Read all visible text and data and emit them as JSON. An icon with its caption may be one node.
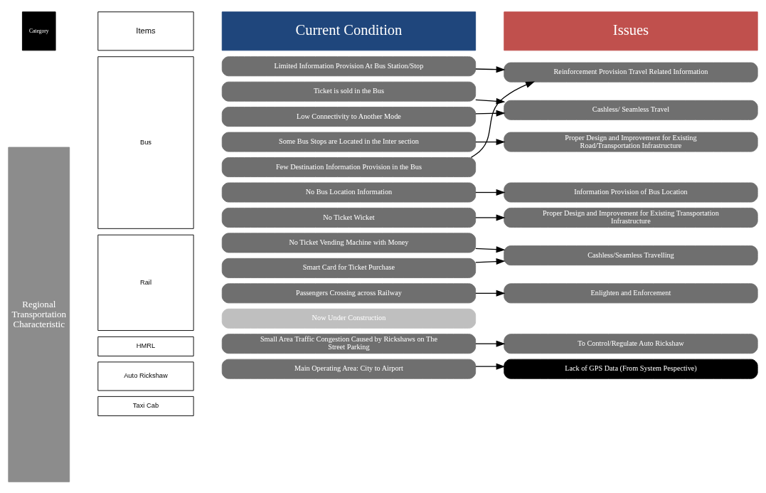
{
  "diagram": {
    "nodes": [
      {
        "text": [
          "Category"
        ]
      },
      {
        "text": [
          "Items"
        ]
      },
      {
        "text": [
          "Current Condition"
        ]
      },
      {
        "text": [
          "Issues"
        ]
      },
      {
        "text": [
          "Regional Transportation Characteristic"
        ]
      },
      {
        "text": [
          "Bus"
        ]
      },
      {
        "text": [
          "Rail"
        ]
      },
      {
        "text": [
          "HMRL"
        ]
      },
      {
        "text": [
          "Auto Rickshaw"
        ]
      },
      {
        "text": [
          "Taxi Cab"
        ]
      },
      {
        "text": [
          "Limited Information Provision At Bus Station/Stop"
        ]
      },
      {
        "text": [
          "Ticket is sold in the Bus"
        ]
      },
      {
        "text": [
          "Low Connectivity to Another Mode"
        ]
      },
      {
        "text": [
          "Some Bus Stops are Located in the Inter section"
        ]
      },
      {
        "text": [
          "Few Destination Information Provision in the Bus"
        ]
      },
      {
        "text": [
          "No Bus Location Information"
        ]
      },
      {
        "text": [
          "No Ticket Wicket"
        ]
      },
      {
        "text": [
          "No Ticket Vending Machine with Money"
        ]
      },
      {
        "text": [
          "Smart Card for Ticket Purchase"
        ]
      },
      {
        "text": [
          "Passengers Crossing across Railway"
        ]
      },
      {
        "text": [
          "Now Under Construction"
        ]
      },
      {
        "text": [
          "Small Area Traffic Congestion Caused by Rickshaws on The Street Parking"
        ]
      },
      {
        "text": [
          "Main Operating Area: City to Airport"
        ]
      },
      {
        "text": [
          "Reinforcement Provision Travel Related Information"
        ]
      },
      {
        "text": [
          "Cashless/ Seamless Travel"
        ]
      },
      {
        "text": [
          "Proper Design and Improvement for Existing Road/Transportation Infrastructure"
        ]
      },
      {
        "text": [
          "Information Provision of Bus Location"
        ]
      },
      {
        "text": [
          "Proper Design and Improvement for Existing Transportation Infrastructure"
        ]
      },
      {
        "text": [
          "Cashless/Seamless Travelling"
        ]
      },
      {
        "text": [
          "Enlighten and Enforcement"
        ]
      },
      {
        "text": [
          "To Control/Regulate Auto Rickshaw"
        ]
      },
      {
        "text": [
          "Lack of GPS Data (From System Pespective)"
        ]
      }
    ],
    "edges": [
      {
        "from": 10,
        "to": 23,
        "arrow": "to"
      },
      {
        "from": 11,
        "to": 24,
        "arrow": "to"
      },
      {
        "from": 12,
        "to": 24,
        "arrow": "to"
      },
      {
        "from": 13,
        "to": 25,
        "arrow": "to"
      },
      {
        "from": 14,
        "to": 23,
        "arrow": "to"
      },
      {
        "from": 15,
        "to": 26,
        "arrow": "to"
      },
      {
        "from": 16,
        "to": 27,
        "arrow": "to"
      },
      {
        "from": 17,
        "to": 28,
        "arrow": "to"
      },
      {
        "from": 18,
        "to": 28,
        "arrow": "to"
      },
      {
        "from": 19,
        "to": 29,
        "arrow": "to"
      },
      {
        "from": 21,
        "to": 30,
        "arrow": "to"
      },
      {
        "from": 22,
        "to": 31,
        "arrow": "to"
      }
    ]
  }
}
